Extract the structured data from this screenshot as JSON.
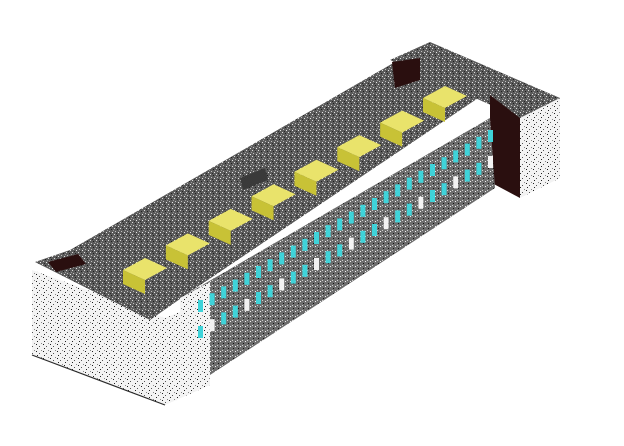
{
  "scene": {
    "subject": "building-point-cloud",
    "colors": {
      "background": "#ffffff",
      "roof": "#5b5b5b",
      "roof_speckle_light": "#d9d9d9",
      "roof_speckle_dark": "#1e1e1e",
      "facade": "#f2f2f2",
      "facade_speckle": "#1c1c1c",
      "roof_boxes": "#e9e36b",
      "roof_boxes_shade": "#c8c236",
      "windows": "#3fd3d9",
      "dark_edges": "#2a0f0f"
    },
    "roof_box_count": 8,
    "window_rows": 2
  }
}
